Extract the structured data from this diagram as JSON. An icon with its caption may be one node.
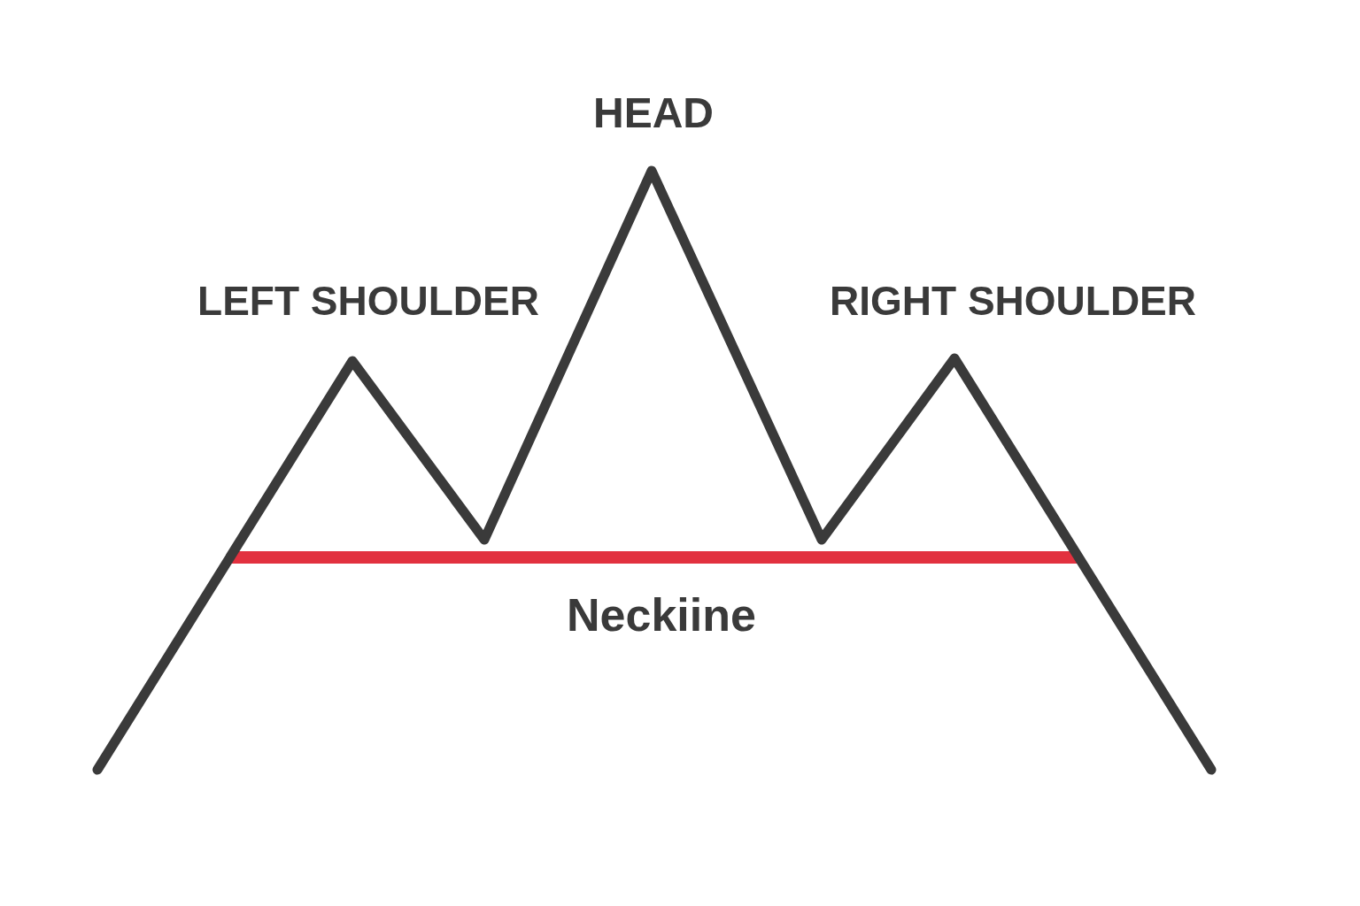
{
  "diagram": {
    "labels": [
      "HEAD",
      "LEFT SHOULDER",
      "RIGHT SHOULDER",
      "Neckiine"
    ]
  }
}
